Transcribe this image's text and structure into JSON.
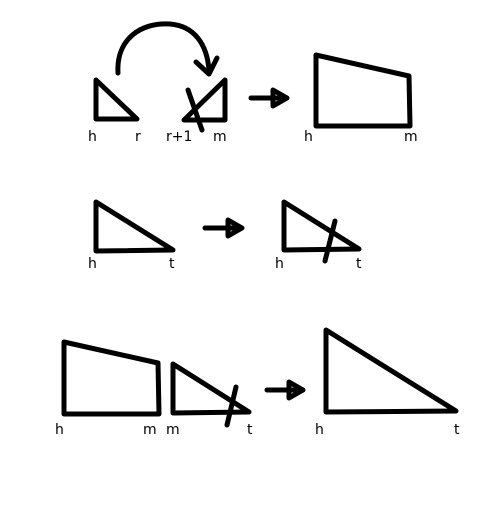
{
  "row1": {
    "left_shape_labels": [
      "h",
      "r"
    ],
    "cut_shape_labels": [
      "r+1",
      "m"
    ],
    "result_labels": [
      "h",
      "m"
    ]
  },
  "row2": {
    "left_labels": [
      "h",
      "t"
    ],
    "right_labels": [
      "h",
      "t"
    ]
  },
  "row3": {
    "trapezoid_labels": [
      "h",
      "m"
    ],
    "cut_triangle_labels": [
      "m",
      "t"
    ],
    "result_labels": [
      "h",
      "t"
    ]
  },
  "colors": {
    "stroke": "#000000",
    "background": "#ffffff"
  }
}
